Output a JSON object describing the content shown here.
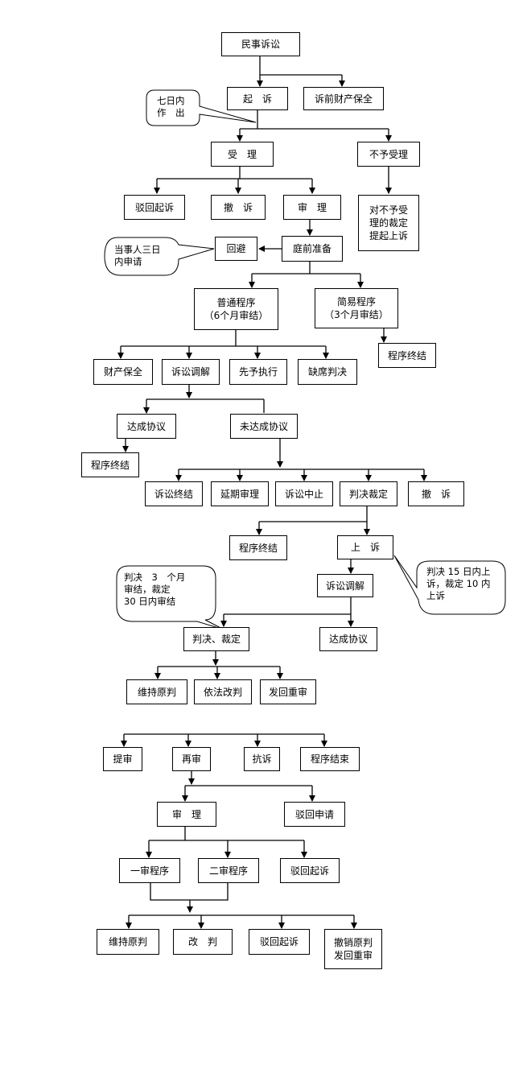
{
  "nodes": {
    "civil_litigation": "民事诉讼",
    "file_suit": "起　诉",
    "pre_suit_preservation": "诉前财产保全",
    "accept": "受　理",
    "not_accept": "不予受理",
    "reject_suit": "驳回起诉",
    "withdraw_1": "撤　诉",
    "trial_1": "审　理",
    "appeal_not_accept": "对不予受\n理的裁定\n提起上诉",
    "recusal": "回避",
    "pretrial_prep": "庭前准备",
    "ordinary_procedure": "普通程序\n（6个月审结）",
    "summary_procedure": "简易程序\n（3个月审结）",
    "proc_end_summary": "程序终结",
    "property_preservation": "财产保全",
    "litigation_mediation_1": "诉讼调解",
    "advance_execution": "先予执行",
    "default_judgment": "缺席判决",
    "agreement_reached_1": "达成协议",
    "no_agreement": "未达成协议",
    "proc_end_agreement": "程序终结",
    "litigation_end": "诉讼终结",
    "postponed_trial": "延期审理",
    "litigation_suspended": "诉讼中止",
    "judgment_ruling": "判决裁定",
    "withdraw_2": "撤　诉",
    "proc_end_judgment": "程序终结",
    "appeal": "上　诉",
    "litigation_mediation_2": "诉讼调解",
    "judgment_ruling_2": "判决、裁定",
    "agreement_reached_2": "达成协议",
    "uphold": "维持原判",
    "amend_by_law": "依法改判",
    "remand": "发回重审",
    "retrial_review": "提审",
    "retrial": "再审",
    "protest": "抗诉",
    "proc_end_final": "程序结束",
    "trial_2": "审　理",
    "reject_application": "驳回申请",
    "first_instance": "一审程序",
    "second_instance": "二审程序",
    "reject_suit_2": "驳回起诉",
    "uphold_2": "维持原判",
    "amend_2": "改　判",
    "reject_suit_3": "驳回起诉",
    "revoke_remand": "撤销原判\n发回重审"
  },
  "callouts": {
    "seven_days": "七日内\n作　出",
    "three_days": "当事人三日\n内申请",
    "appeal_period": "判决 15 日内上\n诉，裁定 10 内\n上诉",
    "trial_period": "判决　3　个月\n审结，裁定\n30 日内审结"
  }
}
